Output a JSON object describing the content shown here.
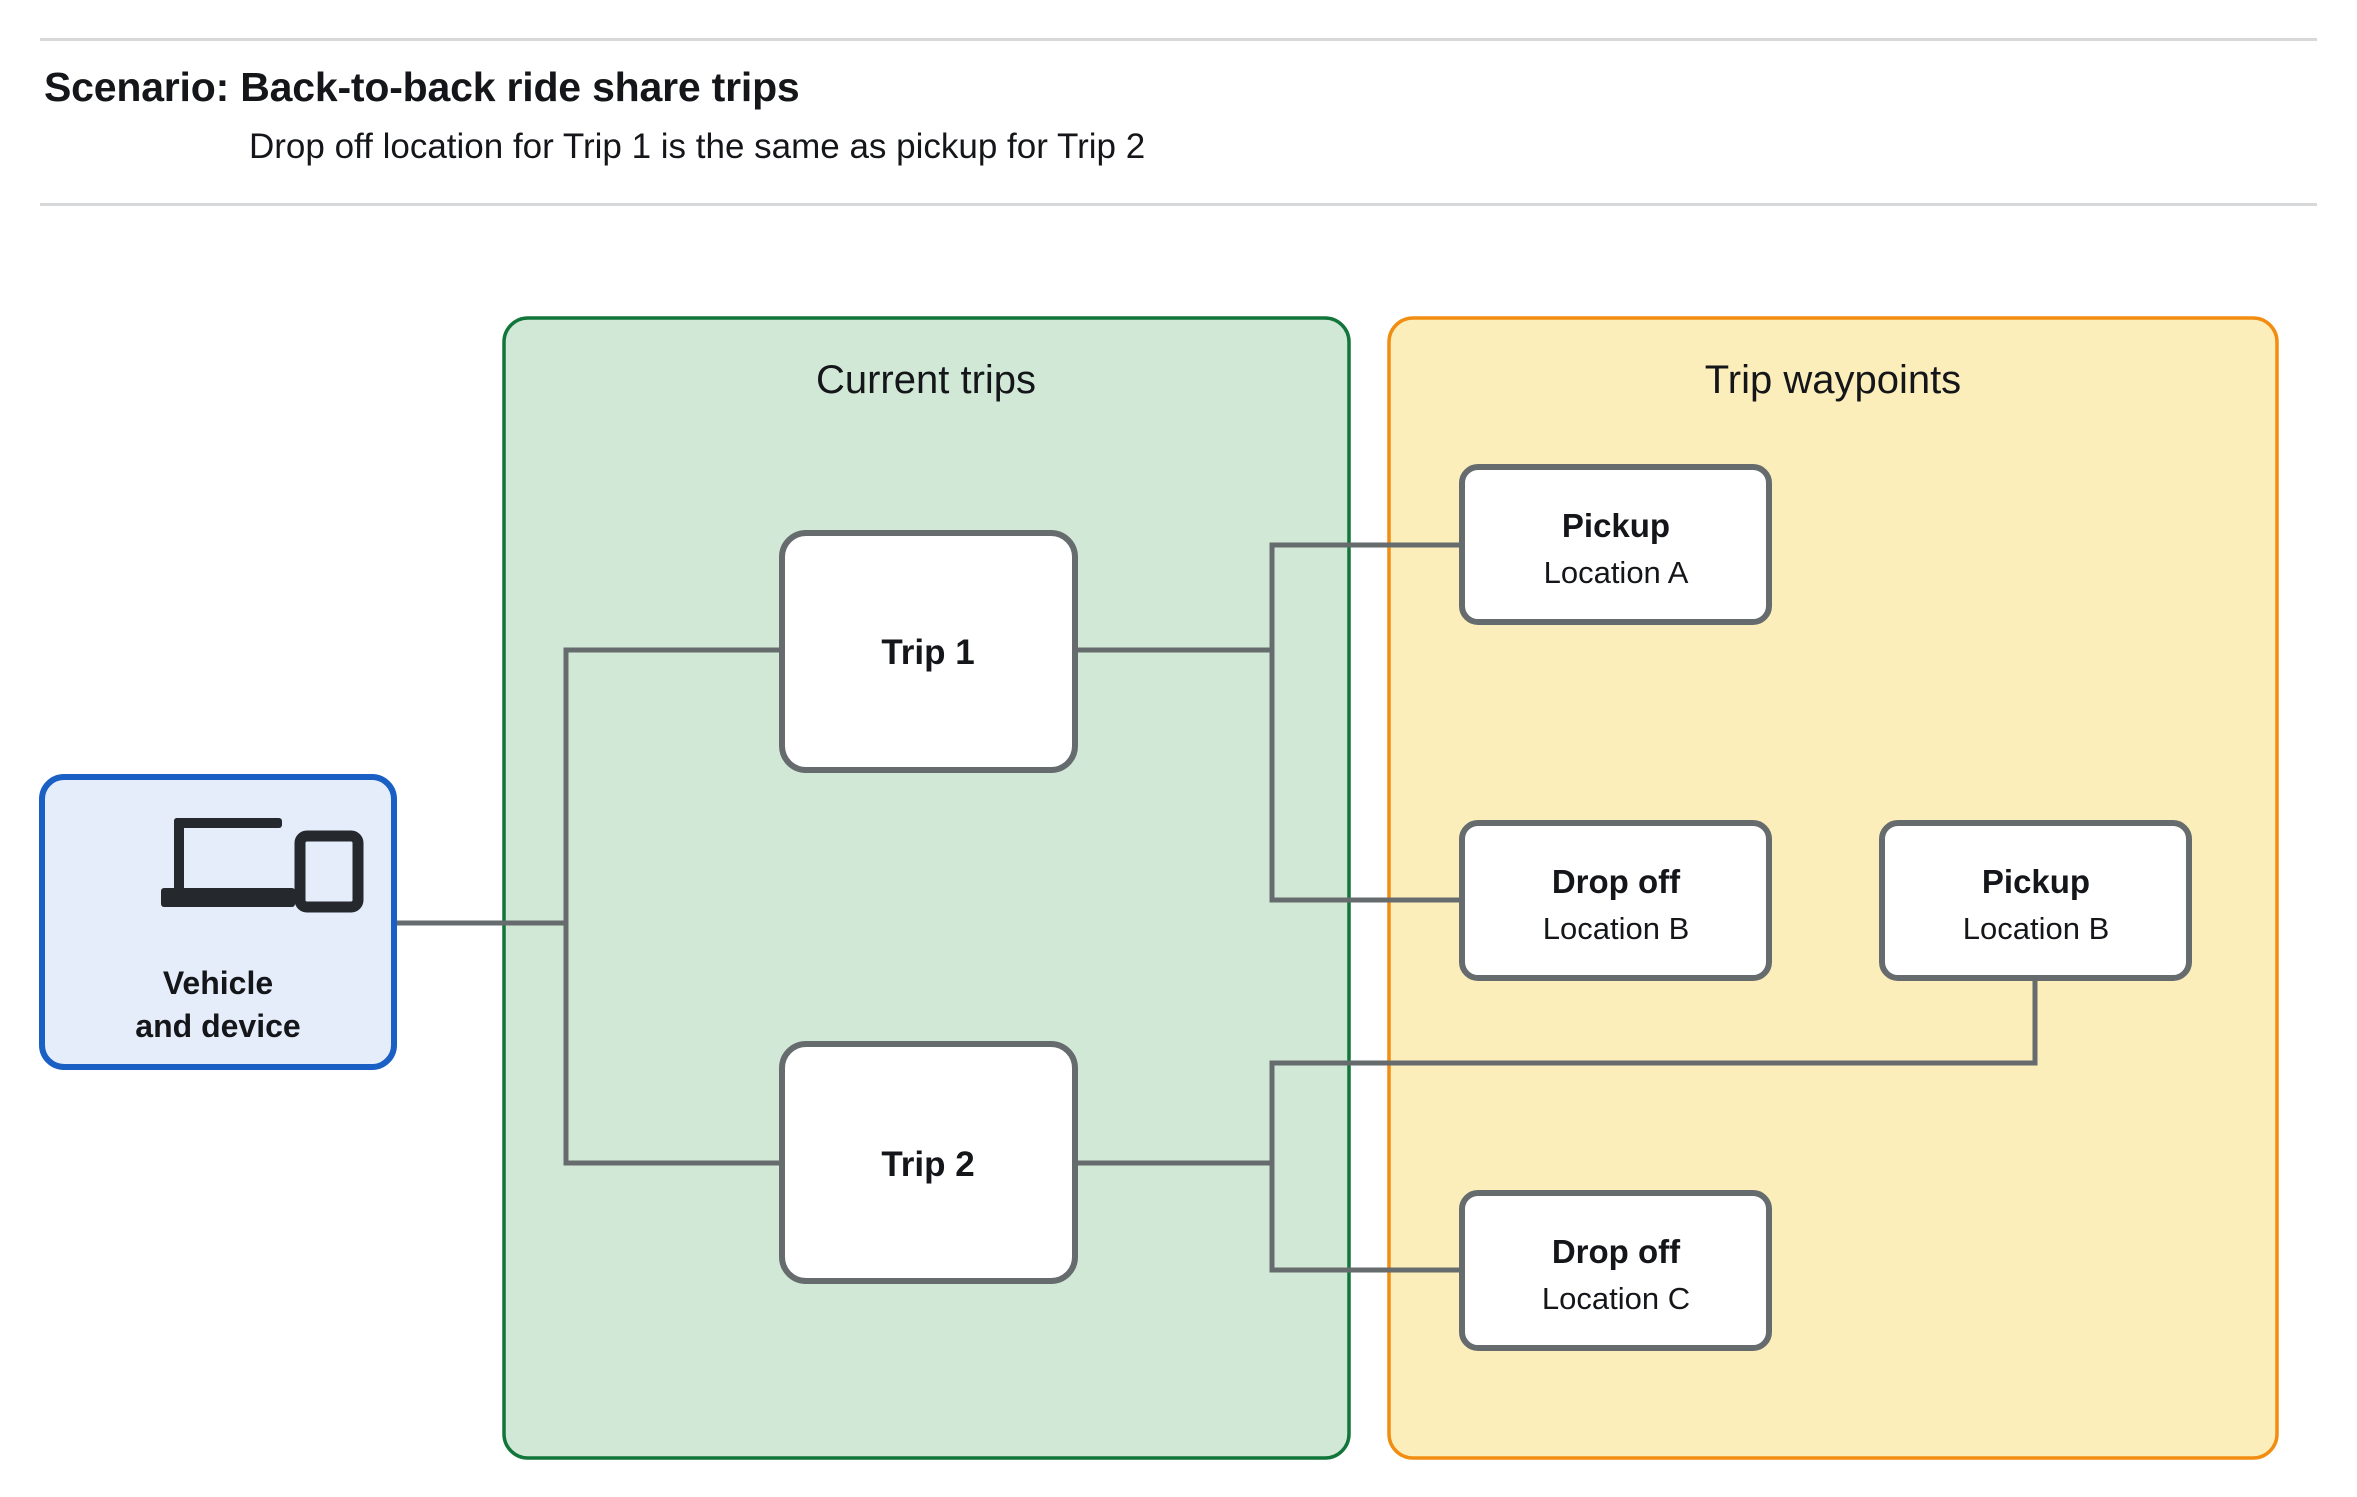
{
  "header": {
    "title": "Scenario: Back-to-back ride share trips",
    "subtitle": "Drop off  location for Trip 1 is the same as pickup for Trip 2"
  },
  "colors": {
    "green_panel_fill": "#d2e8d7",
    "green_panel_border": "#12753a",
    "orange_panel_fill": "#fceeba",
    "orange_panel_border": "#f18d10",
    "device_fill": "#e5edfb",
    "device_border": "#1a5fc4",
    "node_fill": "#ffffff",
    "node_border": "#666b6e",
    "edge": "#666b6e",
    "rule": "#d6d8da",
    "text": "#141619"
  },
  "device": {
    "icon": "laptop-and-phone-icon",
    "label_line1": "Vehicle",
    "label_line2": "and device"
  },
  "panels": [
    {
      "id": "current-trips",
      "title": "Current trips"
    },
    {
      "id": "trip-waypoints",
      "title": "Trip waypoints"
    }
  ],
  "trips": [
    {
      "id": "trip-1",
      "label": "Trip 1"
    },
    {
      "id": "trip-2",
      "label": "Trip 2"
    }
  ],
  "waypoints": [
    {
      "id": "pickup-a",
      "type": "Pickup",
      "location": "Location A"
    },
    {
      "id": "dropoff-b",
      "type": "Drop off",
      "location": "Location B"
    },
    {
      "id": "pickup-b",
      "type": "Pickup",
      "location": "Location B"
    },
    {
      "id": "dropoff-c",
      "type": "Drop off",
      "location": "Location C"
    }
  ]
}
